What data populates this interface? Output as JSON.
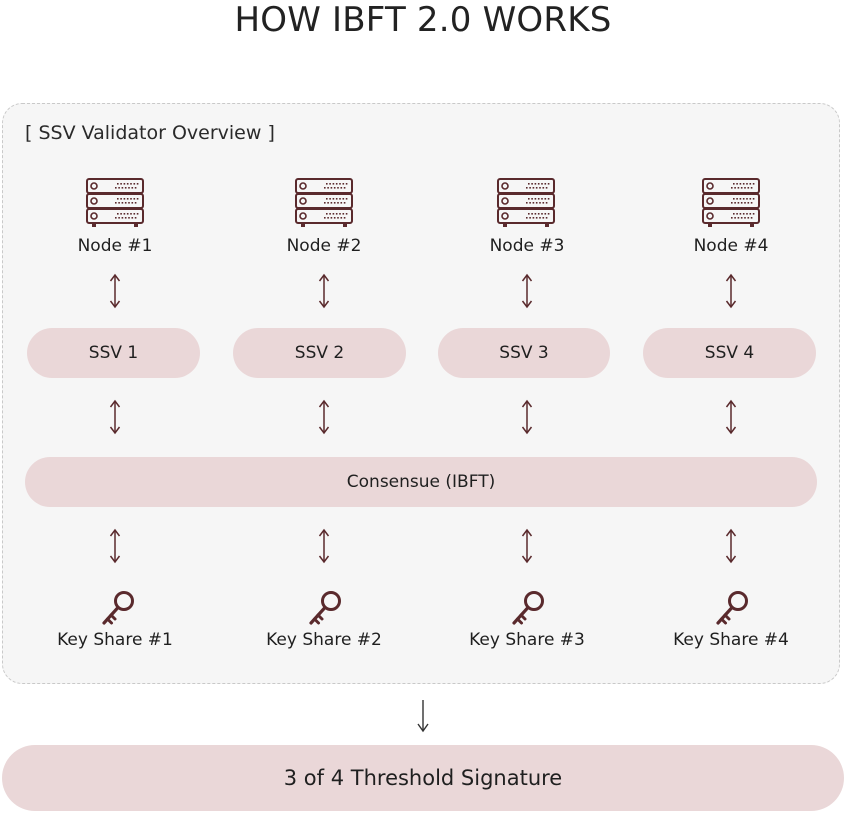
{
  "title": "HOW IBFT 2.0 WORKS",
  "overview_label": "[ SSV Validator Overview ]",
  "accent_color": "#5a2a2d",
  "pill_color": "#ead7d8",
  "nodes": [
    {
      "label": "Node #1",
      "icon": "server-icon"
    },
    {
      "label": "Node #2",
      "icon": "server-icon"
    },
    {
      "label": "Node #3",
      "icon": "server-icon"
    },
    {
      "label": "Node #4",
      "icon": "server-icon"
    }
  ],
  "ssv": [
    "SSV 1",
    "SSV 2",
    "SSV 3",
    "SSV 4"
  ],
  "consensus": "Consensue (IBFT)",
  "key_shares": [
    {
      "label": "Key Share #1",
      "icon": "key-icon"
    },
    {
      "label": "Key Share #2",
      "icon": "key-icon"
    },
    {
      "label": "Key Share #3",
      "icon": "key-icon"
    },
    {
      "label": "Key Share #4",
      "icon": "key-icon"
    }
  ],
  "signature": "3 of 4 Threshold Signature"
}
